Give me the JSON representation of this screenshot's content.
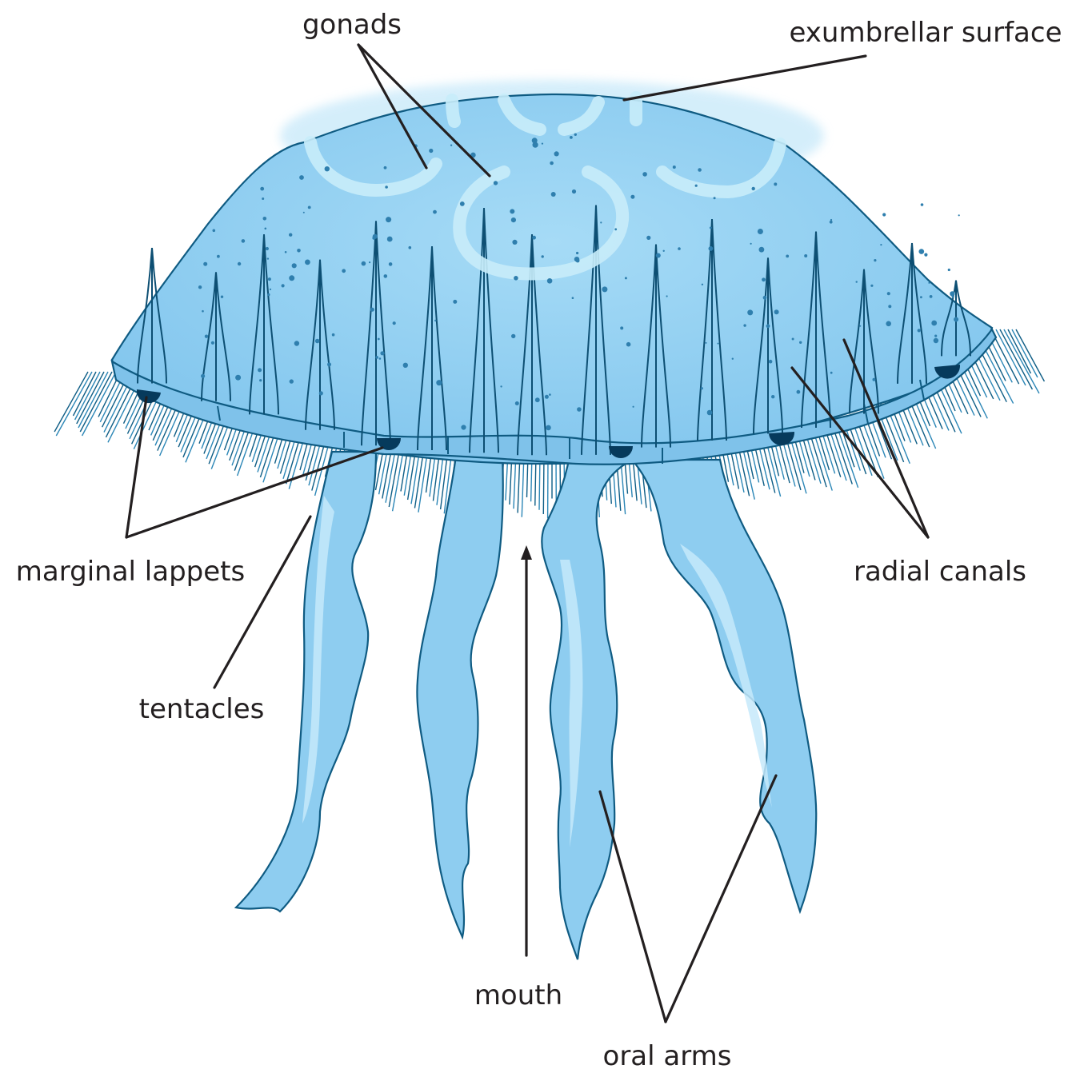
{
  "labels": {
    "gonads": "gonads",
    "exumbrellar_surface": "exumbrellar surface",
    "marginal_lappets": "marginal lappets",
    "radial_canals": "radial canals",
    "tentacles": "tentacles",
    "mouth": "mouth",
    "oral_arms": "oral arms"
  },
  "colors": {
    "bell": "#8ecdf0",
    "bell_rim": "#7fc2ea",
    "outline": "#0f5b82",
    "gonad": "#c8ecfa",
    "sense_organ": "#063a5c",
    "label_text": "#231f20"
  }
}
